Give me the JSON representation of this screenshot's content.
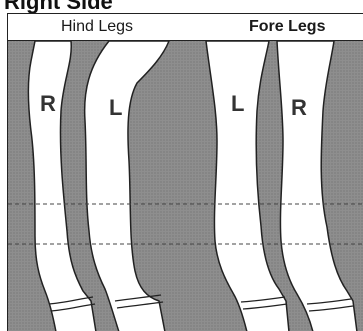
{
  "title": "Right Side",
  "header": {
    "hind_label": "Hind Legs",
    "fore_label": "Fore Legs"
  },
  "legs": {
    "hind_right": "R",
    "hind_left": "L",
    "fore_left": "L",
    "fore_right": "R"
  },
  "colors": {
    "shading": "#8a8a8a",
    "outline": "#222222",
    "leg_fill": "#ffffff"
  }
}
